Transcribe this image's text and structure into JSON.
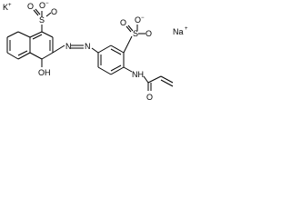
{
  "labels": {
    "potassium": "K",
    "potassium_charge": "+",
    "sodium": "Na",
    "sodium_charge": "+",
    "oxide_o_1": "O",
    "oxide_o_1_charge": "−",
    "oxide_o_2": "O",
    "oxide_o_2_charge": "−",
    "sulfur_1": "S",
    "sulfur_2": "S",
    "sulfonyl_o_1a": "O",
    "sulfonyl_o_1b": "O",
    "sulfonyl_o_2a": "O",
    "sulfonyl_o_2b": "O",
    "azo_n_1": "N",
    "azo_n_2": "N",
    "hydroxyl": "OH",
    "amide_nh": "NH",
    "carbonyl_o": "O"
  }
}
